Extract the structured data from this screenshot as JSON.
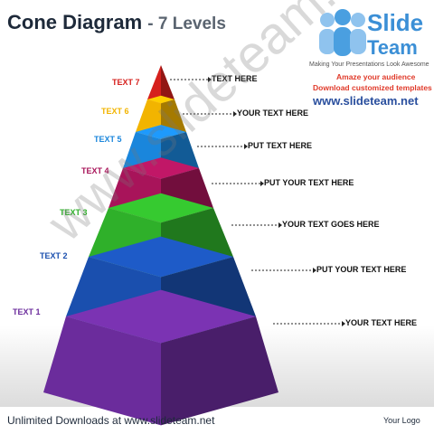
{
  "header": {
    "title": "Cone Diagram",
    "subtitle": "- 7 Levels"
  },
  "logo": {
    "brand_line1": "Slide",
    "brand_line2": "Team",
    "tagline": "Making Your Presentations Look Awesome",
    "promo_line1": "Amaze your audience",
    "promo_line2": "Download customized templates",
    "site": "www.slideteam.net"
  },
  "levels": [
    {
      "label": "TEXT 7",
      "text": "TEXT HERE",
      "color": "#d6201d"
    },
    {
      "label": "TEXT 6",
      "text": "YOUR TEXT HERE",
      "color": "#f2b400"
    },
    {
      "label": "TEXT 5",
      "text": "PUT TEXT HERE",
      "color": "#1a86dc"
    },
    {
      "label": "TEXT 4",
      "text": "PUT YOUR TEXT HERE",
      "color": "#a8145a"
    },
    {
      "label": "TEXT 3",
      "text": "YOUR TEXT GOES HERE",
      "color": "#2fb02a"
    },
    {
      "label": "TEXT 2",
      "text": "PUT YOUR TEXT HERE",
      "color": "#1a4fae"
    },
    {
      "label": "TEXT 1",
      "text": "YOUR TEXT HERE",
      "color": "#6b2c9c"
    }
  ],
  "watermark": "www.slideteam.net",
  "footer": {
    "text": "Unlimited Downloads at www.slideteam.net",
    "your_logo": "Your Logo"
  }
}
